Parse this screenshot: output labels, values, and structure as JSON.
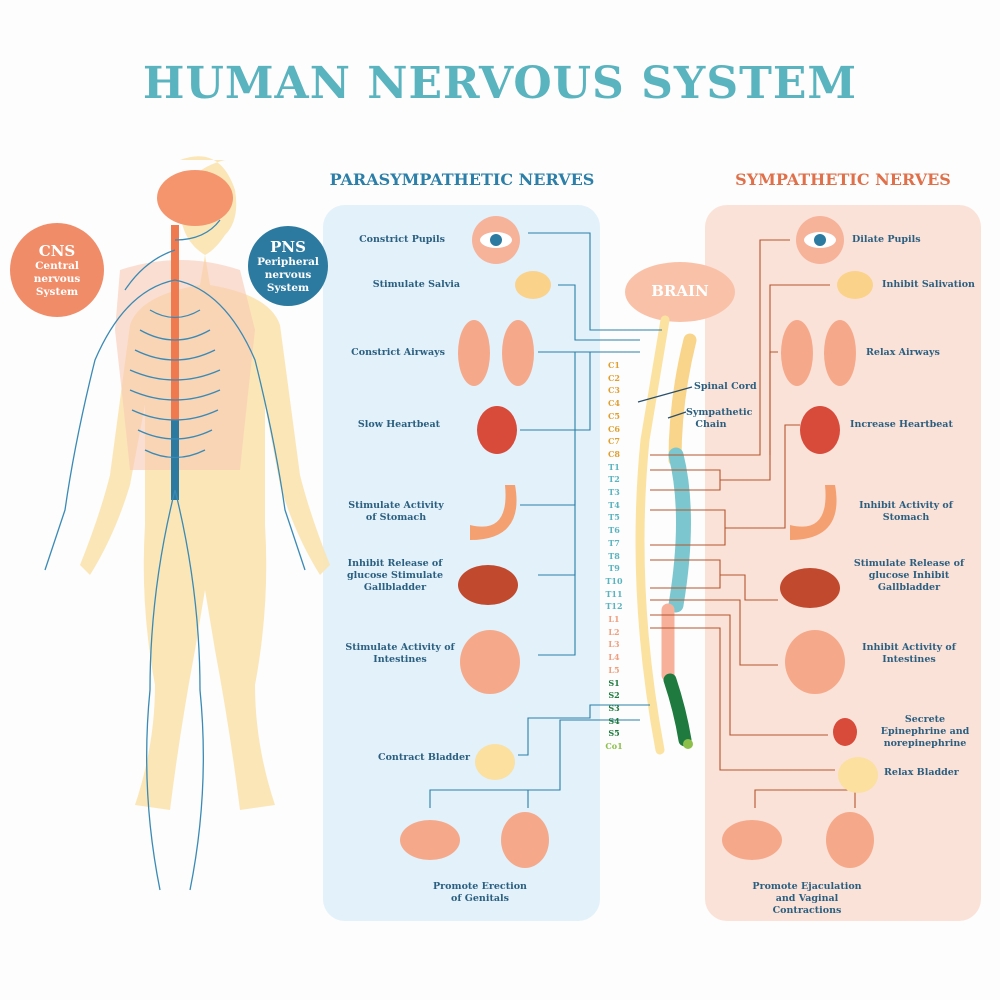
{
  "title": "HUMAN NERVOUS SYSTEM",
  "parasympathetic": {
    "header": "PARASYMPATHETIC NERVES",
    "items": [
      "Constrict Pupils",
      "Stimulate Salvia",
      "Constrict Airways",
      "Slow Heartbeat",
      "Stimulate Activity of Stomach",
      "Inhibit Release of glucose Stimulate Gallbladder",
      "Stimulate Activity of Intestines",
      "Contract Bladder",
      "Promote Erection of Genitals"
    ]
  },
  "sympathetic": {
    "header": "SYMPATHETIC NERVES",
    "items": [
      "Dilate Pupils",
      "Inhibit Salivation",
      "Relax Airways",
      "Increase Heartbeat",
      "Inhibit Activity of Stomach",
      "Stimulate Release of glucose Inhibit Gallbladder",
      "Inhibit Activity of Intestines",
      "Secrete Epinephrine and norepinephrine",
      "Relax Bladder",
      "Promote Ejaculation and Vaginal Contractions"
    ]
  },
  "cns": {
    "abbr": "CNS",
    "text": "Central nervous System"
  },
  "pns": {
    "abbr": "PNS",
    "text": "Peripheral nervous System"
  },
  "brain": "BRAIN",
  "spinal_cord": "Spinal Cord",
  "sympathetic_chain": "Sympathetic Chain",
  "vertebrae": [
    "C1",
    "C2",
    "C3",
    "C4",
    "C5",
    "C6",
    "C7",
    "C8",
    "T1",
    "T2",
    "T3",
    "T4",
    "T5",
    "T6",
    "T7",
    "T8",
    "T9",
    "T10",
    "T11",
    "T12",
    "L1",
    "L2",
    "L3",
    "L4",
    "L5",
    "S1",
    "S2",
    "S3",
    "S4",
    "S5",
    "Co1"
  ],
  "colors": {
    "title": "#5ab4bf",
    "para": "#2b7fa8",
    "symp": "#e0704a",
    "cervical": "#e0a030",
    "thoracic": "#5ab4bf",
    "lumbar": "#f0a080",
    "sacral": "#1e7a3e",
    "coccyx": "#8cc04a"
  }
}
